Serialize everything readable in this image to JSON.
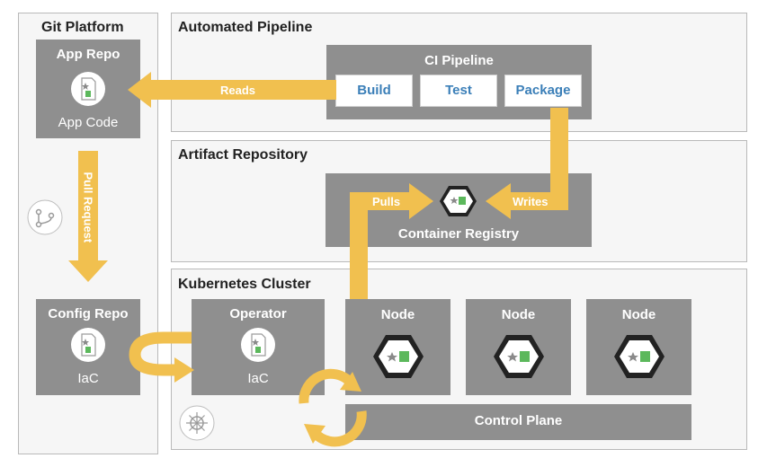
{
  "git_platform": {
    "title": "Git Platform",
    "app_repo": {
      "title": "App Repo",
      "subtitle": "App Code"
    },
    "config_repo": {
      "title": "Config Repo",
      "subtitle": "IaC"
    },
    "pull_request_label": "Pull Request",
    "icon": "git-branch-icon"
  },
  "automated_pipeline": {
    "title": "Automated Pipeline",
    "ci_pipeline": {
      "title": "CI Pipeline",
      "steps": [
        "Build",
        "Test",
        "Package"
      ]
    },
    "reads_label": "Reads"
  },
  "artifact_repository": {
    "title": "Artifact Repository",
    "container_registry": {
      "title": "Container Registry",
      "icon": "container-icon"
    },
    "pulls_label": "Pulls",
    "writes_label": "Writes"
  },
  "kubernetes_cluster": {
    "title": "Kubernetes Cluster",
    "operator": {
      "title": "Operator",
      "subtitle": "IaC"
    },
    "nodes": [
      "Node",
      "Node",
      "Node"
    ],
    "control_plane": "Control Plane",
    "icon": "kubernetes-helm-icon"
  },
  "colors": {
    "arrow": "#f1c04f",
    "box": "#8f8f8f",
    "panel": "#f6f6f6",
    "step_text": "#3b7fb8",
    "icon_green": "#5cb85c"
  }
}
